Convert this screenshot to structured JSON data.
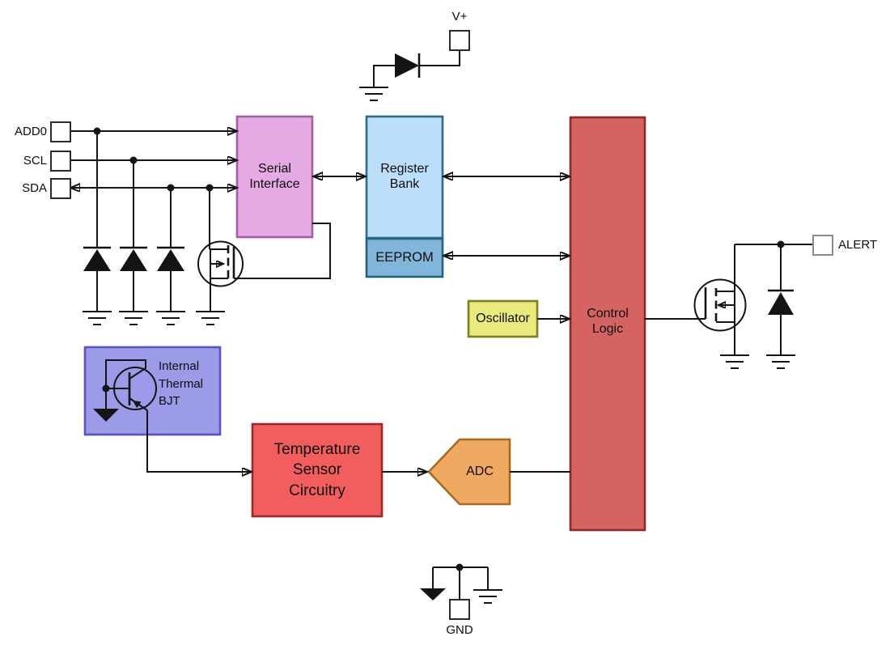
{
  "pins": {
    "vplus": "V+",
    "add0": "ADD0",
    "scl": "SCL",
    "sda": "SDA",
    "alert": "ALERT",
    "gnd": "GND"
  },
  "blocks": {
    "serial_interface": {
      "label": "Serial\nInterface",
      "fill": "#E5AAE3",
      "border": "#A35FA3"
    },
    "register_bank": {
      "label": "Register\nBank",
      "fill": "#BBDFFA",
      "border": "#2E6B8E"
    },
    "eeprom": {
      "label": "EEPROM",
      "fill": "#7FB6DA",
      "border": "#25617F"
    },
    "oscillator": {
      "label": "Oscillator",
      "fill": "#E9E97E",
      "border": "#7F7F1F"
    },
    "control_logic": {
      "label": "Control\nLogic",
      "fill": "#D56362",
      "border": "#8E2A26"
    },
    "thermal_bjt": {
      "label": "Internal\nThermal\nBJT",
      "fill": "#9B9BE8",
      "border": "#5B51C8"
    },
    "temp_sensor": {
      "label": "Temperature\nSensor\nCircuitry",
      "fill": "#F25E5E",
      "border": "#A02826"
    },
    "adc": {
      "label": "ADC",
      "fill": "#F0A961",
      "border": "#A86A1F"
    }
  }
}
